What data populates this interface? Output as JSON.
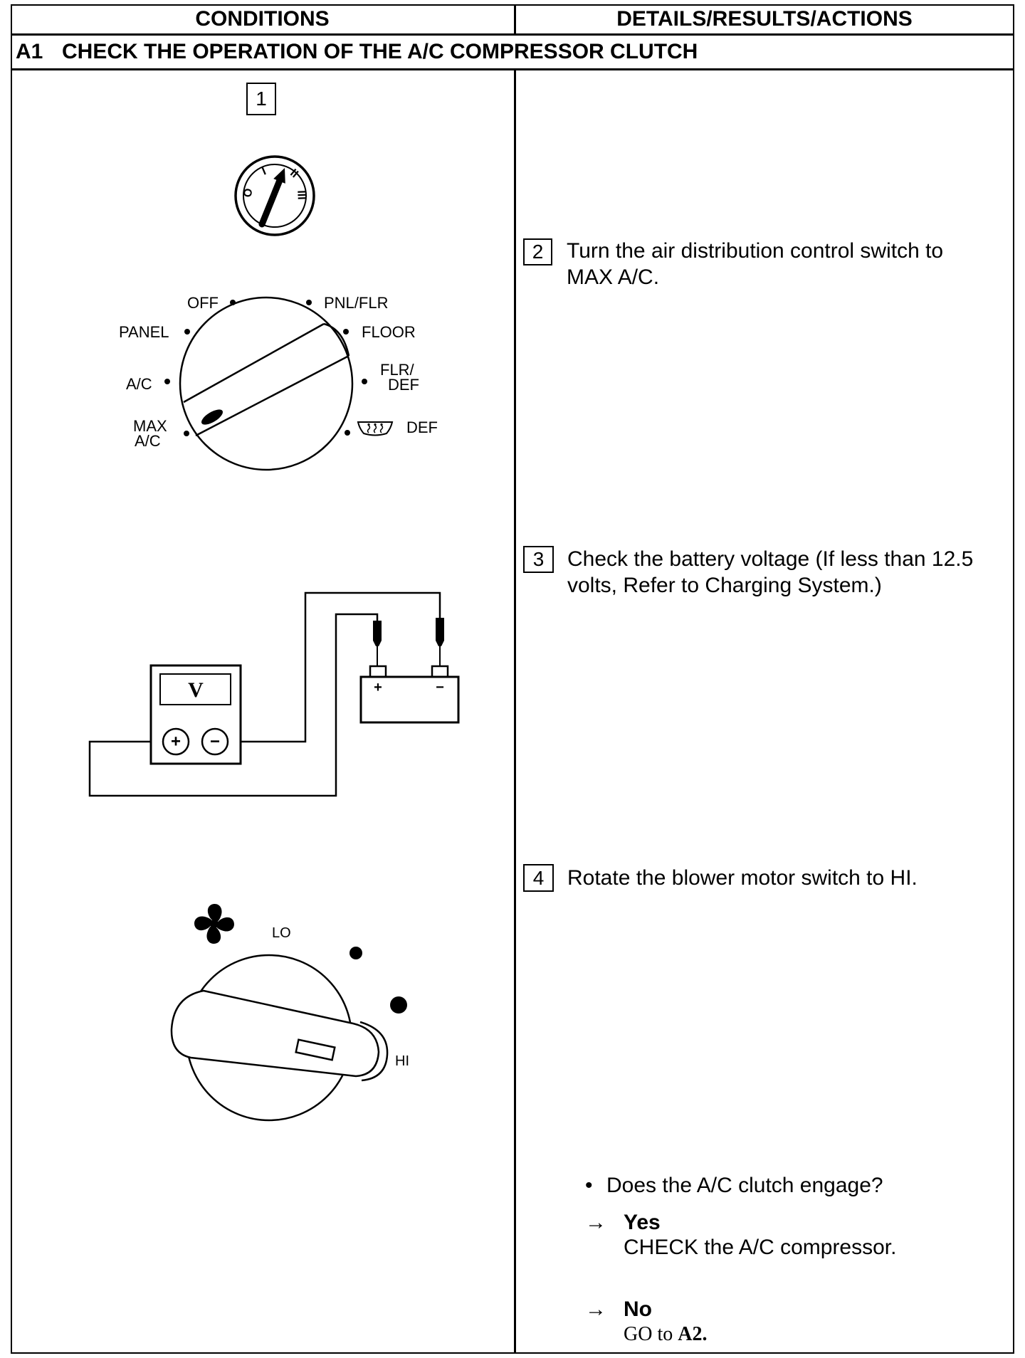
{
  "header": {
    "conditions": "CONDITIONS",
    "details": "DETAILS/RESULTS/ACTIONS"
  },
  "section": {
    "code": "A1",
    "title": "CHECK THE OPERATION OF THE A/C COMPRESSOR CLUTCH"
  },
  "steps": [
    {
      "number": "1"
    },
    {
      "number": "2",
      "lines": [
        "Turn the air distribution control switch to",
        "MAX A/C."
      ]
    },
    {
      "number": "3",
      "lines": [
        "Check the battery voltage (If less than 12.5",
        "volts, Refer to Charging System.)"
      ]
    },
    {
      "number": "4",
      "lines": [
        "Rotate the blower motor switch to HI."
      ]
    }
  ],
  "ignition_switch": {
    "positions": [
      "O",
      "I",
      "II",
      "III"
    ],
    "icon": "ignition-key-switch-icon"
  },
  "air_distribution_switch": {
    "off": "OFF",
    "pnl_flr": "PNL/FLR",
    "panel": "PANEL",
    "floor": "FLOOR",
    "ac": "A/C",
    "flr_def": [
      "FLR/",
      "DEF"
    ],
    "max_ac": [
      "MAX",
      "A/C"
    ],
    "def": "DEF",
    "def_icon": "defrost-icon"
  },
  "voltmeter": {
    "display": "V",
    "positive": "+",
    "negative": "−"
  },
  "battery": {
    "positive": "+",
    "negative": "−"
  },
  "blower_switch": {
    "low": "LO",
    "high": "HI",
    "icon": "fan-icon"
  },
  "result": {
    "bullet": "•",
    "question": "Does the A/C clutch engage?",
    "yes": {
      "arrow": "→",
      "label": "Yes",
      "action": "CHECK the A/C compressor."
    },
    "no": {
      "arrow": "→",
      "label": "No",
      "action_prefix": "GO to",
      "action_ref": "A2."
    }
  }
}
